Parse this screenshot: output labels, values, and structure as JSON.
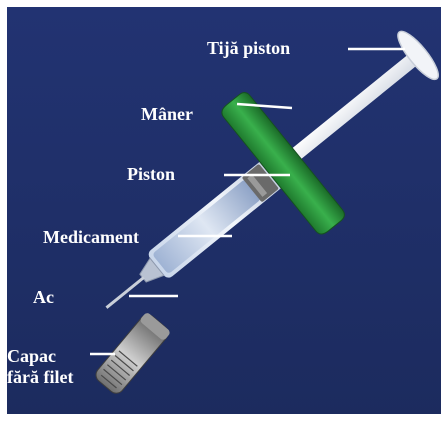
{
  "diagram": {
    "labels": {
      "plunger_rod": "Tijă piston",
      "handle": "Mâner",
      "piston": "Piston",
      "medication": "Medicament",
      "needle": "Ac",
      "cap": "Capac fără filet"
    },
    "colors": {
      "background": "#1f3068",
      "handle": "#2e9a3f",
      "leader_line": "#ffffff"
    }
  }
}
